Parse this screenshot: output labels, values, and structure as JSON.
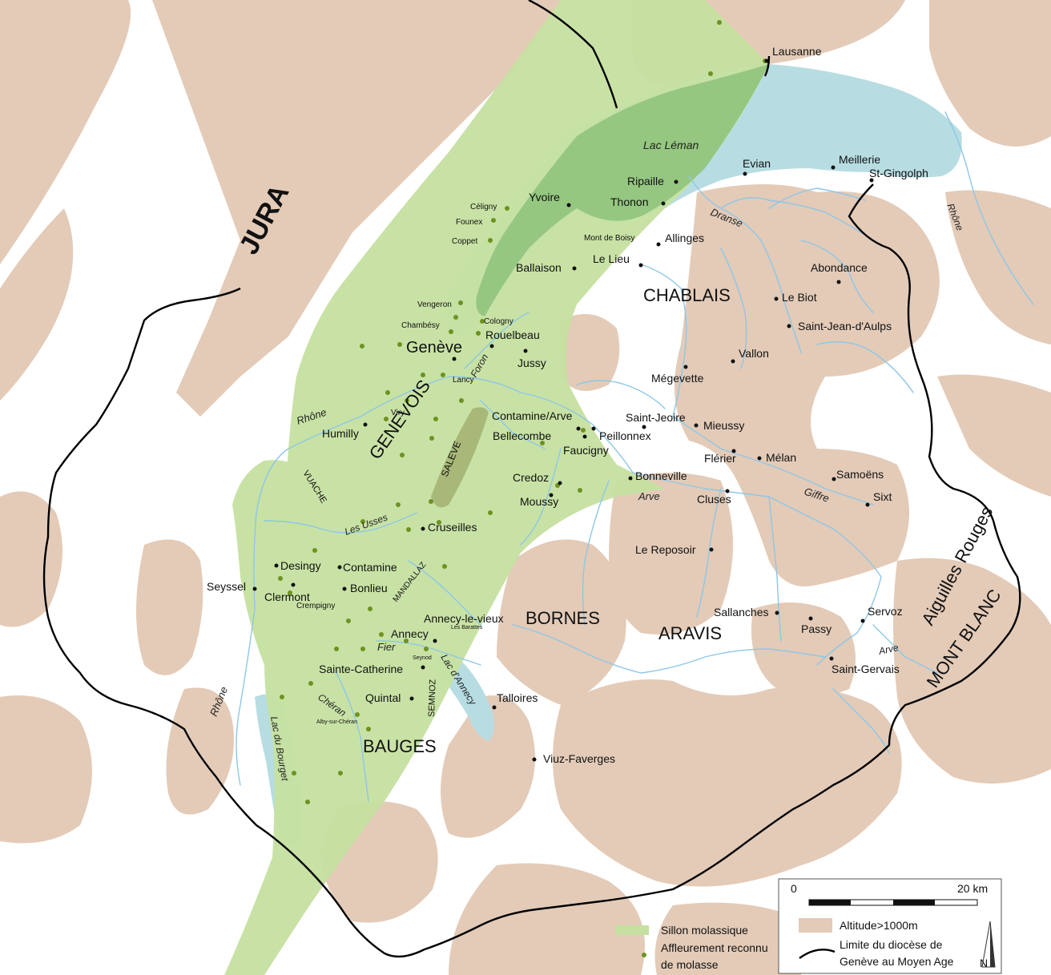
{
  "colors": {
    "background": "#ffffff",
    "altitude": "#e3cbb8",
    "molasse": "#c5e0a0",
    "molasse_dark": "#8cc27a",
    "lake": "#b7dde3",
    "river": "#8ec7e6",
    "outcrop": "#6e9220",
    "boundary": "#000000",
    "saleve_ridge": "#a8b878"
  },
  "regions": [
    {
      "id": "jura",
      "text": "JURA"
    },
    {
      "id": "genevois",
      "text": "GENEVOIS"
    },
    {
      "id": "chablais",
      "text": "CHABLAIS"
    },
    {
      "id": "bornes",
      "text": "BORNES"
    },
    {
      "id": "aravis",
      "text": "ARAVIS"
    },
    {
      "id": "bauges",
      "text": "BAUGES"
    },
    {
      "id": "aiguilles",
      "text": "Aiguilles Rouges"
    },
    {
      "id": "montblanc",
      "text": "MONT BLANC"
    },
    {
      "id": "saleve",
      "text": "SALEVE"
    },
    {
      "id": "vuache",
      "text": "VUACHE"
    },
    {
      "id": "mandallaz",
      "text": "MANDALLAZ"
    },
    {
      "id": "semnoz",
      "text": "SEMNOZ"
    }
  ],
  "water_labels": [
    {
      "id": "lac-leman",
      "text": "Lac Léman"
    },
    {
      "id": "rhone-1",
      "text": "Rhône"
    },
    {
      "id": "rhone-2",
      "text": "Rhône"
    },
    {
      "id": "rhone-3",
      "text": "Rhône"
    },
    {
      "id": "dranse",
      "text": "Dranse"
    },
    {
      "id": "foron",
      "text": "Foron"
    },
    {
      "id": "arve-1",
      "text": "Arve"
    },
    {
      "id": "arve-2",
      "text": "Arve"
    },
    {
      "id": "giffre",
      "text": "Giffre"
    },
    {
      "id": "fier",
      "text": "Fier"
    },
    {
      "id": "cheran",
      "text": "Chéran"
    },
    {
      "id": "les-usses",
      "text": "Les Usses"
    },
    {
      "id": "lac-annecy",
      "text": "Lac d'Annecy"
    },
    {
      "id": "lac-bourget",
      "text": "Lac du Bourget"
    }
  ],
  "places": [
    {
      "id": "lausanne",
      "text": "Lausanne"
    },
    {
      "id": "evian",
      "text": "Evian"
    },
    {
      "id": "meillerie",
      "text": "Meillerie"
    },
    {
      "id": "st-gingolph",
      "text": "St-Gingolph"
    },
    {
      "id": "ripaille",
      "text": "Ripaille"
    },
    {
      "id": "thonon",
      "text": "Thonon"
    },
    {
      "id": "yvoire",
      "text": "Yvoire"
    },
    {
      "id": "celigny",
      "text": "Céligny"
    },
    {
      "id": "founex",
      "text": "Founex"
    },
    {
      "id": "coppet",
      "text": "Coppet"
    },
    {
      "id": "mont-de-boisy",
      "text": "Mont de Boisy"
    },
    {
      "id": "allinges",
      "text": "Allinges"
    },
    {
      "id": "le-lieu",
      "text": "Le Lieu"
    },
    {
      "id": "ballaison",
      "text": "Ballaison"
    },
    {
      "id": "abondance",
      "text": "Abondance"
    },
    {
      "id": "le-biot",
      "text": "Le Biot"
    },
    {
      "id": "saint-jean",
      "text": "Saint-Jean-d'Aulps"
    },
    {
      "id": "vengeron",
      "text": "Vengeron"
    },
    {
      "id": "chambesy",
      "text": "Chambésy"
    },
    {
      "id": "cologny",
      "text": "Cologny"
    },
    {
      "id": "rouelbeau",
      "text": "Rouelbeau"
    },
    {
      "id": "geneve",
      "text": "Genève"
    },
    {
      "id": "jussy",
      "text": "Jussy"
    },
    {
      "id": "vallon",
      "text": "Vallon"
    },
    {
      "id": "lancy",
      "text": "Lancy"
    },
    {
      "id": "megevette",
      "text": "Mégevette"
    },
    {
      "id": "viry",
      "text": "Viry"
    },
    {
      "id": "humilly",
      "text": "Humilly"
    },
    {
      "id": "contamine-arve",
      "text": "Contamine/Arve"
    },
    {
      "id": "bellecombe",
      "text": "Bellecombe"
    },
    {
      "id": "saint-jeoire",
      "text": "Saint-Jeoire"
    },
    {
      "id": "mieussy",
      "text": "Mieussy"
    },
    {
      "id": "peillonnex",
      "text": "Peillonnex"
    },
    {
      "id": "faucigny",
      "text": "Faucigny"
    },
    {
      "id": "flerier",
      "text": "Flérier"
    },
    {
      "id": "melan",
      "text": "Mélan"
    },
    {
      "id": "samoens",
      "text": "Samoëns"
    },
    {
      "id": "sixt",
      "text": "Sixt"
    },
    {
      "id": "credoz",
      "text": "Credoz"
    },
    {
      "id": "moussy",
      "text": "Moussy"
    },
    {
      "id": "bonneville",
      "text": "Bonneville"
    },
    {
      "id": "cluses",
      "text": "Cluses"
    },
    {
      "id": "cruseilles",
      "text": "Cruseilles"
    },
    {
      "id": "le-reposoir",
      "text": "Le Reposoir"
    },
    {
      "id": "desingy",
      "text": "Desingy"
    },
    {
      "id": "contamine",
      "text": "Contamine"
    },
    {
      "id": "seyssel",
      "text": "Seyssel"
    },
    {
      "id": "clermont",
      "text": "Clermont"
    },
    {
      "id": "bonlieu",
      "text": "Bonlieu"
    },
    {
      "id": "crempigny",
      "text": "Crempigny"
    },
    {
      "id": "sallanches",
      "text": "Sallanches"
    },
    {
      "id": "passy",
      "text": "Passy"
    },
    {
      "id": "servoz",
      "text": "Servoz"
    },
    {
      "id": "annecy-le-vieux",
      "text": "Annecy-le-vieux"
    },
    {
      "id": "annecy",
      "text": "Annecy"
    },
    {
      "id": "les-barattes",
      "text": "Les Barattes"
    },
    {
      "id": "seynod",
      "text": "Seynod"
    },
    {
      "id": "sainte-catherine",
      "text": "Sainte-Catherine"
    },
    {
      "id": "saint-gervais",
      "text": "Saint-Gervais"
    },
    {
      "id": "quintal",
      "text": "Quintal"
    },
    {
      "id": "talloires",
      "text": "Talloires"
    },
    {
      "id": "alby",
      "text": "Alby-sur-Chéran"
    },
    {
      "id": "viuz-faverges",
      "text": "Viuz-Faverges"
    }
  ],
  "scale": {
    "start": "0",
    "end": "20 km"
  },
  "legend": {
    "molasse": "Sillon molassique",
    "outcrop_line1": "Affleurement reconnu",
    "outcrop_line2": "de molasse",
    "altitude": "Altitude>1000m",
    "boundary_line1": "Limite du diocèse de",
    "boundary_line2": "Genève au Moyen Age",
    "north": "N"
  }
}
